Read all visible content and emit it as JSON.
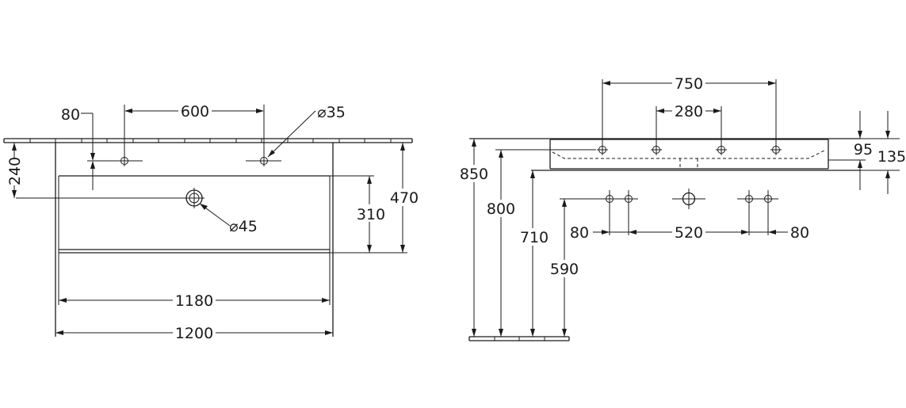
{
  "front_view": {
    "dim_80": "80",
    "dim_600": "600",
    "dim_dia35": "⌀35",
    "dim_240": "240",
    "dim_dia45": "⌀45",
    "dim_310": "310",
    "dim_470": "470",
    "dim_1180": "1180",
    "dim_1200": "1200"
  },
  "side_view": {
    "dim_750": "750",
    "dim_280": "280",
    "dim_95": "95",
    "dim_135": "135",
    "dim_850": "850",
    "dim_800": "800",
    "dim_710": "710",
    "dim_590": "590",
    "dim_80_left": "80",
    "dim_520": "520",
    "dim_80_right": "80"
  }
}
